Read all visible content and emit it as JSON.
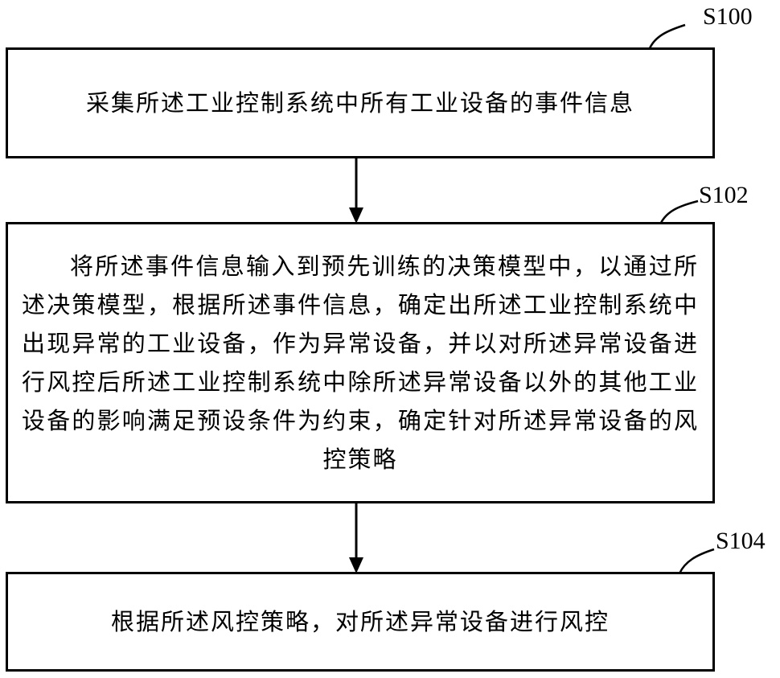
{
  "diagram": {
    "type": "flowchart",
    "steps": [
      {
        "id": "S100",
        "label": "S100",
        "text": "采集所述工业控制系统中所有工业设备的事件信息"
      },
      {
        "id": "S102",
        "label": "S102",
        "text": "将所述事件信息输入到预先训练的决策模型中，以通过所述决策模型，根据所述事件信息，确定出所述工业控制系统中出现异常的工业设备，作为异常设备，并以对所述异常设备进行风控后所述工业控制系统中除所述异常设备以外的其他工业设备的影响满足预设条件为约束，确定针对所述异常设备的风控策略"
      },
      {
        "id": "S104",
        "label": "S104",
        "text": "根据所述风控策略，对所述异常设备进行风控"
      }
    ],
    "edges": [
      {
        "from": "S100",
        "to": "S102"
      },
      {
        "from": "S102",
        "to": "S104"
      }
    ],
    "colors": {
      "stroke": "#000000",
      "background": "#ffffff",
      "text": "#000000"
    }
  }
}
